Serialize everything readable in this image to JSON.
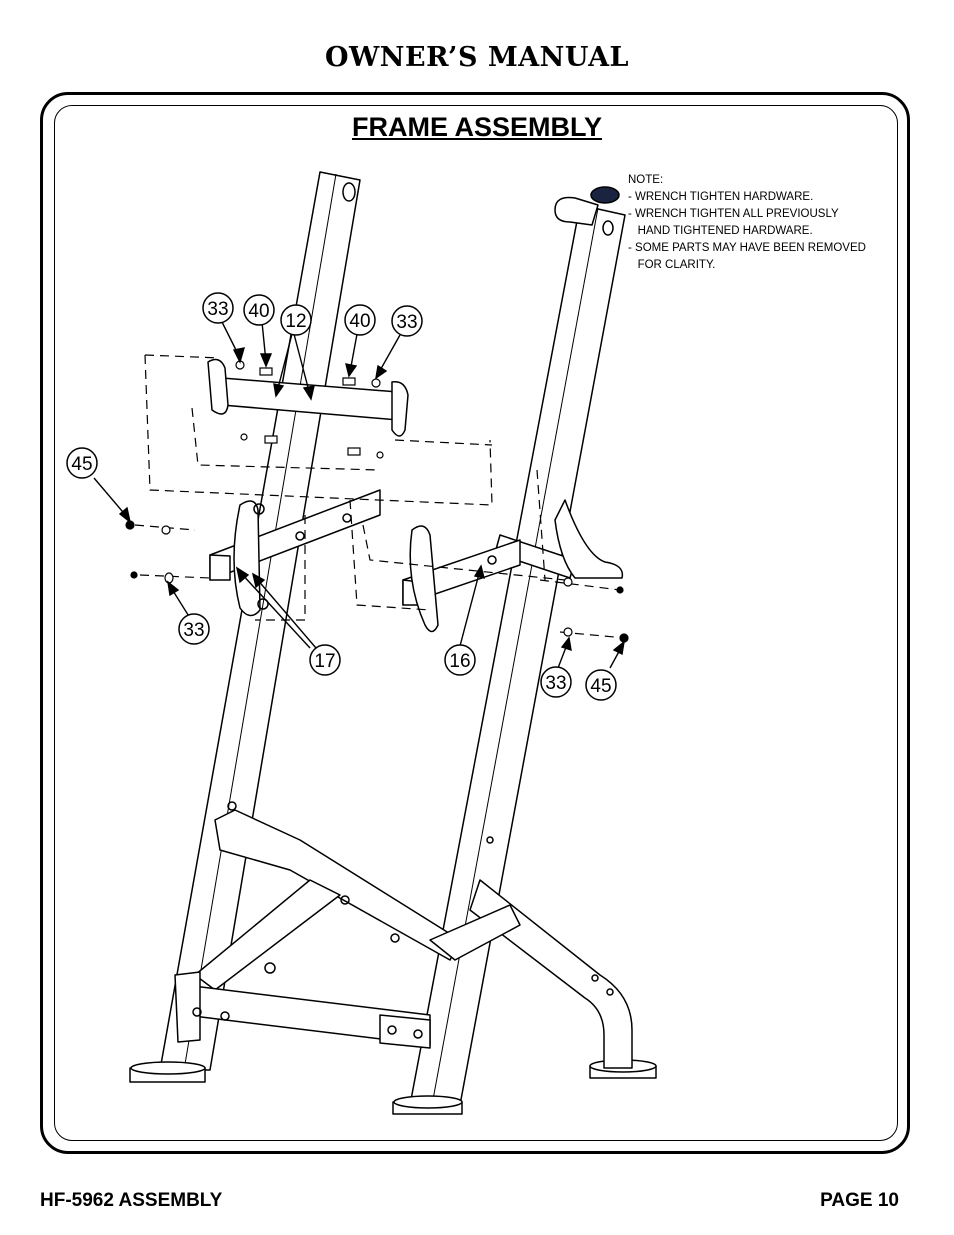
{
  "header": {
    "title": "OWNER’S MANUAL"
  },
  "section": {
    "title": "FRAME ASSEMBLY"
  },
  "note": {
    "heading": "NOTE:",
    "items": [
      "- WRENCH TIGHTEN HARDWARE.",
      "- WRENCH TIGHTEN ALL PREVIOUSLY",
      "   HAND TIGHTENED HARDWARE.",
      "- SOME PARTS MAY HAVE BEEN REMOVED",
      "   FOR CLARITY."
    ]
  },
  "callouts": {
    "c33_a": "33",
    "c40_a": "40",
    "c12": "12",
    "c40_b": "40",
    "c33_b": "33",
    "c45_a": "45",
    "c33_c": "33",
    "c17": "17",
    "c16": "16",
    "c33_d": "33",
    "c45_b": "45"
  },
  "footer": {
    "left": "HF-5962 ASSEMBLY",
    "right": "PAGE 10"
  }
}
